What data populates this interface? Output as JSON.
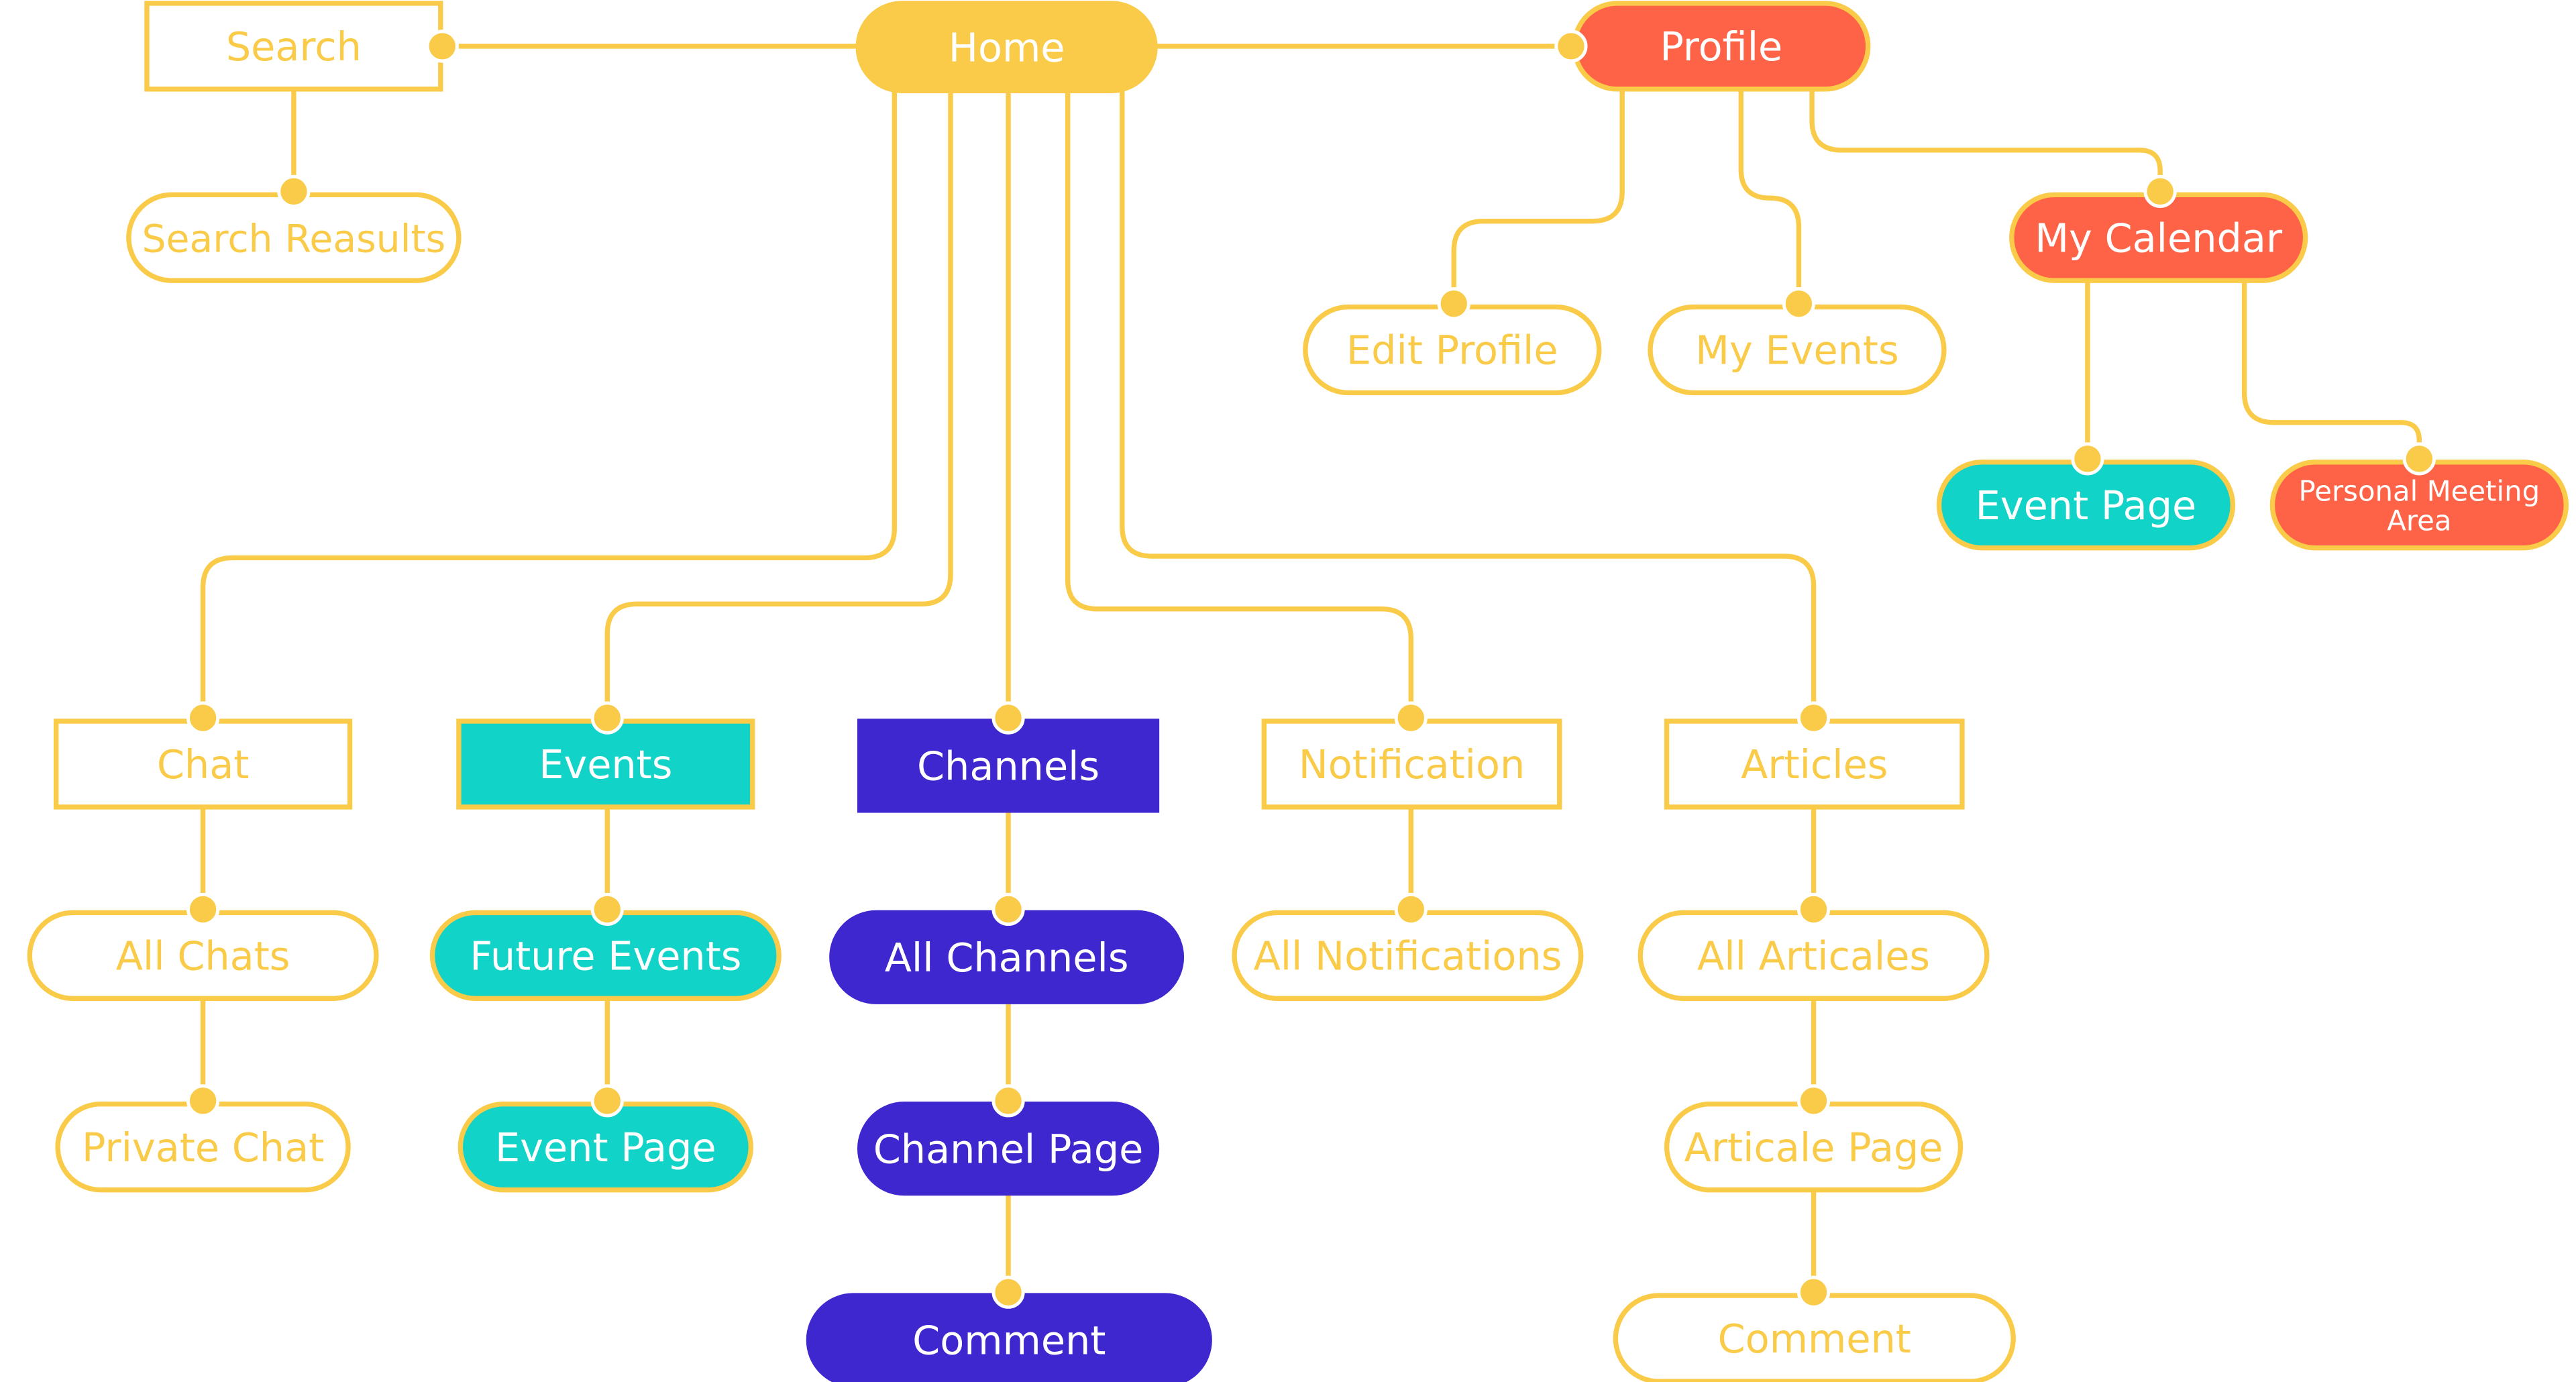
{
  "colors": {
    "line": "#FACB48",
    "yellow": "#FACB48",
    "orange": "#FF6347",
    "teal": "#12D3C7",
    "purple": "#3E27CE",
    "outline_text": "#FACB48",
    "filled_text": "#FFFFFF",
    "background": "#FFFFFF"
  },
  "nodes": {
    "search": {
      "label": "Search",
      "style": "outline",
      "shape": "rect"
    },
    "search_results": {
      "label": "Search Reasults",
      "style": "outline",
      "shape": "pill"
    },
    "home": {
      "label": "Home",
      "style": "yellow",
      "shape": "pill"
    },
    "profile": {
      "label": "Profile",
      "style": "orange",
      "shape": "pill"
    },
    "edit_profile": {
      "label": "Edit Profile",
      "style": "outline",
      "shape": "pill"
    },
    "my_events": {
      "label": "My Events",
      "style": "outline",
      "shape": "pill"
    },
    "my_calendar": {
      "label": "My Calendar",
      "style": "orange",
      "shape": "pill"
    },
    "calendar_event_page": {
      "label": "Event Page",
      "style": "teal",
      "shape": "pill"
    },
    "personal_meeting_area": {
      "label": "Personal Meeting",
      "label2": "Area",
      "style": "orange",
      "shape": "pill"
    },
    "chat": {
      "label": "Chat",
      "style": "outline",
      "shape": "rect"
    },
    "all_chats": {
      "label": "All Chats",
      "style": "outline",
      "shape": "pill"
    },
    "private_chat": {
      "label": "Private Chat",
      "style": "outline",
      "shape": "pill"
    },
    "events": {
      "label": "Events",
      "style": "teal",
      "shape": "rect"
    },
    "future_events": {
      "label": "Future Events",
      "style": "teal",
      "shape": "pill"
    },
    "events_event_page": {
      "label": "Event Page",
      "style": "teal",
      "shape": "pill"
    },
    "channels": {
      "label": "Channels",
      "style": "purple",
      "shape": "rect"
    },
    "all_channels": {
      "label": "All Channels",
      "style": "purple",
      "shape": "pill"
    },
    "channel_page": {
      "label": "Channel Page",
      "style": "purple",
      "shape": "pill"
    },
    "channel_comment": {
      "label": "Comment",
      "style": "purple",
      "shape": "pill"
    },
    "notification": {
      "label": "Notification",
      "style": "outline",
      "shape": "rect"
    },
    "all_notifications": {
      "label": "All Notifications",
      "style": "outline",
      "shape": "pill"
    },
    "articles": {
      "label": "Articles",
      "style": "outline",
      "shape": "rect"
    },
    "all_articles": {
      "label": "All Articales",
      "style": "outline",
      "shape": "pill"
    },
    "article_page": {
      "label": "Articale Page",
      "style": "outline",
      "shape": "pill"
    },
    "article_comment": {
      "label": "Comment",
      "style": "outline",
      "shape": "pill"
    }
  },
  "edges": [
    [
      "home",
      "search"
    ],
    [
      "search",
      "search_results"
    ],
    [
      "home",
      "profile"
    ],
    [
      "profile",
      "edit_profile"
    ],
    [
      "profile",
      "my_events"
    ],
    [
      "profile",
      "my_calendar"
    ],
    [
      "my_calendar",
      "calendar_event_page"
    ],
    [
      "my_calendar",
      "personal_meeting_area"
    ],
    [
      "home",
      "chat"
    ],
    [
      "chat",
      "all_chats"
    ],
    [
      "all_chats",
      "private_chat"
    ],
    [
      "home",
      "events"
    ],
    [
      "events",
      "future_events"
    ],
    [
      "future_events",
      "events_event_page"
    ],
    [
      "home",
      "channels"
    ],
    [
      "channels",
      "all_channels"
    ],
    [
      "all_channels",
      "channel_page"
    ],
    [
      "channel_page",
      "channel_comment"
    ],
    [
      "home",
      "notification"
    ],
    [
      "notification",
      "all_notifications"
    ],
    [
      "home",
      "articles"
    ],
    [
      "articles",
      "all_articles"
    ],
    [
      "all_articles",
      "article_page"
    ],
    [
      "article_page",
      "article_comment"
    ]
  ]
}
